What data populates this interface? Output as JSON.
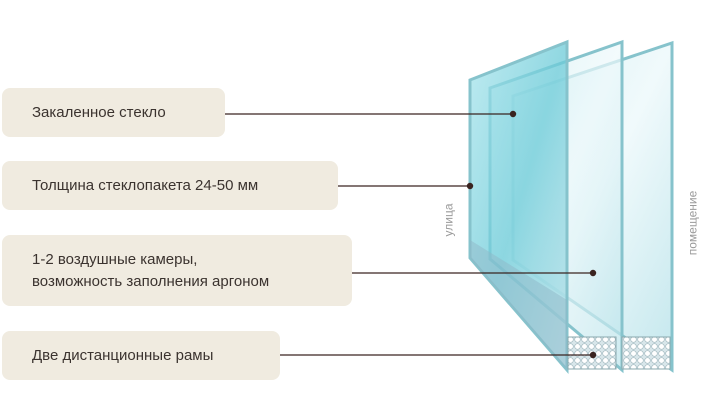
{
  "labels": [
    {
      "text": "Закаленное стекло"
    },
    {
      "text": "Толщина стеклопакета 24-50 мм"
    },
    {
      "text_line1": "1-2 воздушные камеры,",
      "text_line2": "возможность заполнения аргоном"
    },
    {
      "text": "Две дистанционные рамы"
    }
  ],
  "sides": {
    "outside": "улица",
    "inside": "помещение"
  },
  "colors": {
    "label_bg": "#f0ebe0",
    "line": "#3a2420",
    "glass": "#7fd0dc"
  }
}
